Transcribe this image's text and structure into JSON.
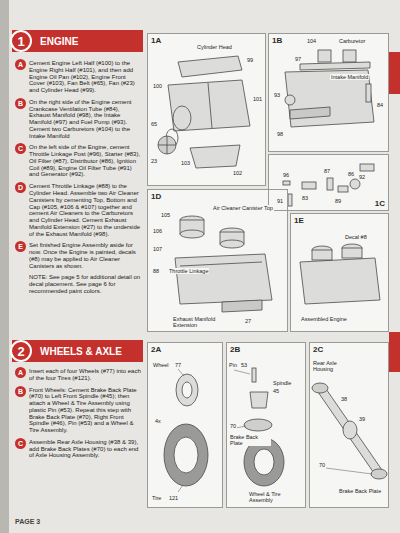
{
  "diagram": {
    "nodes": [
      {
        "text": [
          "1",
          "ENGINE"
        ]
      },
      {
        "text": [
          "A"
        ]
      },
      {
        "text": [
          "B"
        ]
      },
      {
        "text": [
          "C"
        ]
      },
      {
        "text": [
          "D"
        ]
      },
      {
        "text": [
          "E"
        ]
      },
      {
        "text": [
          "1A"
        ]
      },
      {
        "text": [
          "1B"
        ]
      },
      {
        "text": [
          "1C"
        ]
      },
      {
        "text": [
          "1D"
        ]
      },
      {
        "text": [
          "1E"
        ]
      },
      {
        "text": [
          "2",
          "WHEELS & AXLE"
        ]
      },
      {
        "text": [
          "A"
        ]
      },
      {
        "text": [
          "B"
        ]
      },
      {
        "text": [
          "C"
        ]
      },
      {
        "text": [
          "2A"
        ]
      },
      {
        "text": [
          "2B"
        ]
      },
      {
        "text": [
          "2C"
        ]
      }
    ],
    "labels": [
      "Cement Engine Left Half (#100) to the Engine Right Half (#101), and then add Engine Oil Pan (#102), Engine Front Cover (#103), Fan Belt (#65), Fan (#23) and Cylinder Head (#99).",
      "On the right side of the Engine cement Crankcase Ventilation Tube (#84), Exhaust Manifold (#98), the Intake Manifold (#97) and Fuel Pump (#93). Cement two Carburetors (#104) to the Intake Manifold",
      "On the left side of the Engine, cement Throttle Linkage Post (#96), Starter (#83), Oil Filter (#87), Distributor (#86), Ignition Coil (#89), Engine Oil Filter Tube (#91) and Generator (#92).",
      "Cement Throttle Linkage (#88) to the Cylinder Head. Assemble two Air Cleaner Canisters by cementing Top, Bottom and Cap (#105, #106 & #107) together and cement Air Cleaners to the Carburetors and Cylinder Head. Cement Exhaust Manifold Extension (#27) to the underside of the Exhaust Manifold (#98).",
      "Set finished Engine Assembly aside for now. Once the Engine is painted, decals (#8) may be applied to Air Cleaner Canisters as shown.",
      "NOTE: See page 5 for additional detail on decal placement. See page 6 for recommended paint colors.",
      "Insert each of four Wheels (#77) into each of the four Tires (#121).",
      "Front Wheels: Cement Brake Back Plate (#70) to Left Front Spindle (#45); then attach a Wheel & Tire Assembly using plastic Pin (#53). Repeat this step with Brake Back Plate (#70), Right Front Spindle (#46), Pin (#53) and a Wheel & Tire Assembly.",
      "Assemble Rear Axle Housing (#38 & 39), add Brake Back Plates (#70) to each end of Axle Housing Assembly.",
      "PAGE 3",
      "Cylinder Head",
      "99",
      "100",
      "101",
      "65",
      "23",
      "103",
      "102",
      "104",
      "Carburetor",
      "97",
      "Intake Manifold",
      "93",
      "98",
      "84",
      "96",
      "83",
      "87",
      "86",
      "89",
      "91",
      "92",
      "105",
      "106",
      "107",
      "Air Cleaner Canister Top",
      "88",
      "Throttle Linkage",
      "27",
      "Exhaust Manifold Extension",
      "Decal #8",
      "Assembled Engine",
      "Wheel",
      "77",
      "4x",
      "Tire",
      "121",
      "Pin",
      "53",
      "Spindle",
      "45",
      "Brake Back Plate",
      "70",
      "Wheel & Tire Assembly",
      "Rear Axle Housing",
      "38",
      "39",
      "Brake Back Plate",
      "70"
    ]
  }
}
